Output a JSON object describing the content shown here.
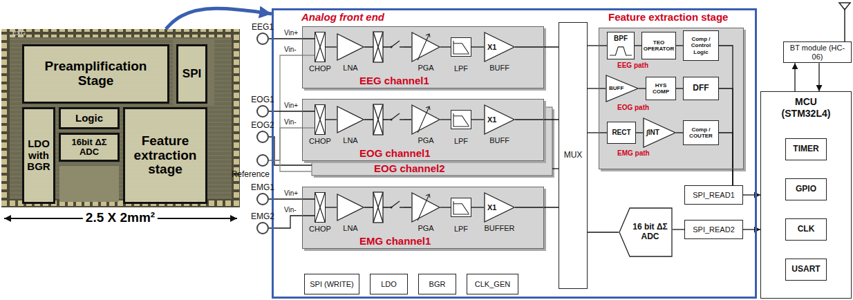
{
  "diagram": {
    "nodes": [
      {
        "text": [
          "EXG"
        ]
      },
      {
        "text": [
          "Preamplification Stage"
        ],
        "in": 0
      },
      {
        "text": [
          "SPI"
        ],
        "in": 0
      },
      {
        "text": [
          "LDO with BGR"
        ],
        "in": 0
      },
      {
        "text": [
          "Logic"
        ],
        "in": 0
      },
      {
        "text": [
          "16bit ΔΣ ADC"
        ],
        "in": 0
      },
      {
        "text": [
          "Feature extraction stage"
        ],
        "in": 0
      },
      {
        "text": [
          "EEG1"
        ]
      },
      {
        "text": [
          "EOG1"
        ]
      },
      {
        "text": [
          "EOG2"
        ]
      },
      {
        "text": [
          "Reference"
        ]
      },
      {
        "text": [
          "EMG1"
        ]
      },
      {
        "text": [
          "EMG2"
        ]
      },
      {
        "text": [
          "Analog front end"
        ]
      },
      {
        "text": [
          "EEG channel1"
        ],
        "in": 13
      },
      {
        "text": [
          "CHOP"
        ],
        "in": 14
      },
      {
        "text": [
          "LNA"
        ],
        "in": 14
      },
      {
        "text": [
          "PGA"
        ],
        "in": 14
      },
      {
        "text": [
          "LPF"
        ],
        "in": 14
      },
      {
        "text": [
          "X1",
          "BUFF"
        ],
        "in": 14
      },
      {
        "text": [
          "EOG channel1"
        ],
        "in": 13
      },
      {
        "text": [
          "CHOP"
        ],
        "in": 20
      },
      {
        "text": [
          "LNA"
        ],
        "in": 20
      },
      {
        "text": [
          "PGA"
        ],
        "in": 20
      },
      {
        "text": [
          "LPF"
        ],
        "in": 20
      },
      {
        "text": [
          "X1",
          "BUFF"
        ],
        "in": 20
      },
      {
        "text": [
          "EOG channel2"
        ],
        "in": 13
      },
      {
        "text": [
          "EMG channel1"
        ],
        "in": 13
      },
      {
        "text": [
          "CHOP"
        ],
        "in": 27
      },
      {
        "text": [
          "LNA"
        ],
        "in": 27
      },
      {
        "text": [
          "PGA"
        ],
        "in": 27
      },
      {
        "text": [
          "LPF"
        ],
        "in": 27
      },
      {
        "text": [
          "X1",
          "BUFFER"
        ],
        "in": 27
      },
      {
        "text": [
          "SPI (WRITE)"
        ],
        "in": 13
      },
      {
        "text": [
          "LDO"
        ],
        "in": 13
      },
      {
        "text": [
          "BGR"
        ],
        "in": 13
      },
      {
        "text": [
          "CLK_GEN"
        ],
        "in": 13
      },
      {
        "text": [
          "MUX"
        ],
        "in": 13
      },
      {
        "text": [
          "Feature extraction stage"
        ],
        "in": 13
      },
      {
        "text": [
          "BPF"
        ],
        "in": 38
      },
      {
        "text": [
          "TEO OPERATOR"
        ],
        "in": 38
      },
      {
        "text": [
          "Comp / Control Logic"
        ],
        "in": 38
      },
      {
        "text": [
          "BUFF"
        ],
        "in": 38
      },
      {
        "text": [
          "HYS COMP"
        ],
        "in": 38
      },
      {
        "text": [
          "DFF"
        ],
        "in": 38
      },
      {
        "text": [
          "RECT"
        ],
        "in": 38
      },
      {
        "text": [
          "∫INT"
        ],
        "in": 38
      },
      {
        "text": [
          "Comp / COUTER"
        ],
        "in": 38
      },
      {
        "text": [
          "16 bit ΔΣ ADC"
        ],
        "in": 13
      },
      {
        "text": [
          "SPI_READ1"
        ],
        "in": 13
      },
      {
        "text": [
          "SPI_READ2"
        ],
        "in": 13
      },
      {
        "text": [
          "BT module (HC-06)"
        ]
      },
      {
        "text": [
          "MCU (STM32L4)"
        ]
      },
      {
        "text": [
          "TIMER"
        ],
        "in": 52
      },
      {
        "text": [
          "GPIO"
        ],
        "in": 52
      },
      {
        "text": [
          "CLK"
        ],
        "in": 52
      },
      {
        "text": [
          "USART"
        ],
        "in": 52
      }
    ],
    "edges": [
      {
        "from": 0,
        "to": 13,
        "arrow": "to"
      },
      {
        "from": 7,
        "to": 15,
        "label": "Vin+",
        "arrow": "none"
      },
      {
        "from": 10,
        "to": 15,
        "label": "Vin-",
        "arrow": "none"
      },
      {
        "from": 8,
        "to": 21,
        "label": "Vin+",
        "arrow": "none"
      },
      {
        "from": 10,
        "to": 21,
        "label": "Vin-",
        "arrow": "none"
      },
      {
        "from": 9,
        "to": 26,
        "arrow": "none"
      },
      {
        "from": 10,
        "to": 26,
        "arrow": "none"
      },
      {
        "from": 11,
        "to": 28,
        "label": "Vin+",
        "arrow": "none"
      },
      {
        "from": 12,
        "to": 28,
        "label": "Vin-",
        "arrow": "none"
      },
      {
        "from": 15,
        "to": 16,
        "arrow": "none"
      },
      {
        "from": 16,
        "to": 17,
        "arrow": "none"
      },
      {
        "from": 17,
        "to": 18,
        "arrow": "none"
      },
      {
        "from": 18,
        "to": 19,
        "arrow": "none"
      },
      {
        "from": 21,
        "to": 22,
        "arrow": "none"
      },
      {
        "from": 22,
        "to": 23,
        "arrow": "none"
      },
      {
        "from": 23,
        "to": 24,
        "arrow": "none"
      },
      {
        "from": 24,
        "to": 25,
        "arrow": "none"
      },
      {
        "from": 28,
        "to": 29,
        "arrow": "none"
      },
      {
        "from": 29,
        "to": 30,
        "arrow": "none"
      },
      {
        "from": 30,
        "to": 31,
        "arrow": "none"
      },
      {
        "from": 31,
        "to": 32,
        "arrow": "none"
      },
      {
        "from": 19,
        "to": 37,
        "arrow": "none"
      },
      {
        "from": 25,
        "to": 37,
        "arrow": "none"
      },
      {
        "from": 26,
        "to": 37,
        "arrow": "none"
      },
      {
        "from": 32,
        "to": 37,
        "arrow": "none"
      },
      {
        "from": 37,
        "to": 39,
        "arrow": "none"
      },
      {
        "from": 37,
        "to": 42,
        "arrow": "none"
      },
      {
        "from": 37,
        "to": 45,
        "arrow": "none"
      },
      {
        "from": 37,
        "to": 48,
        "arrow": "none"
      },
      {
        "from": 39,
        "to": 40,
        "arrow": "none"
      },
      {
        "from": 40,
        "to": 41,
        "arrow": "none"
      },
      {
        "from": 42,
        "to": 43,
        "arrow": "none"
      },
      {
        "from": 43,
        "to": 44,
        "arrow": "none"
      },
      {
        "from": 45,
        "to": 46,
        "arrow": "none"
      },
      {
        "from": 46,
        "to": 47,
        "arrow": "none"
      },
      {
        "from": 41,
        "to": 49,
        "arrow": "none"
      },
      {
        "from": 44,
        "to": 49,
        "arrow": "none"
      },
      {
        "from": 47,
        "to": 49,
        "arrow": "none"
      },
      {
        "from": 48,
        "to": 50,
        "arrow": "none"
      },
      {
        "from": 49,
        "to": 52,
        "arrow": "to"
      },
      {
        "from": 50,
        "to": 52,
        "arrow": "to"
      },
      {
        "from": 52,
        "to": 51,
        "arrow": "to"
      },
      {
        "from": 51,
        "to": 52,
        "arrow": "to"
      }
    ],
    "labels": [
      "2.5 X 2mm²",
      "EEG path",
      "EOG path",
      "EMG path"
    ]
  }
}
